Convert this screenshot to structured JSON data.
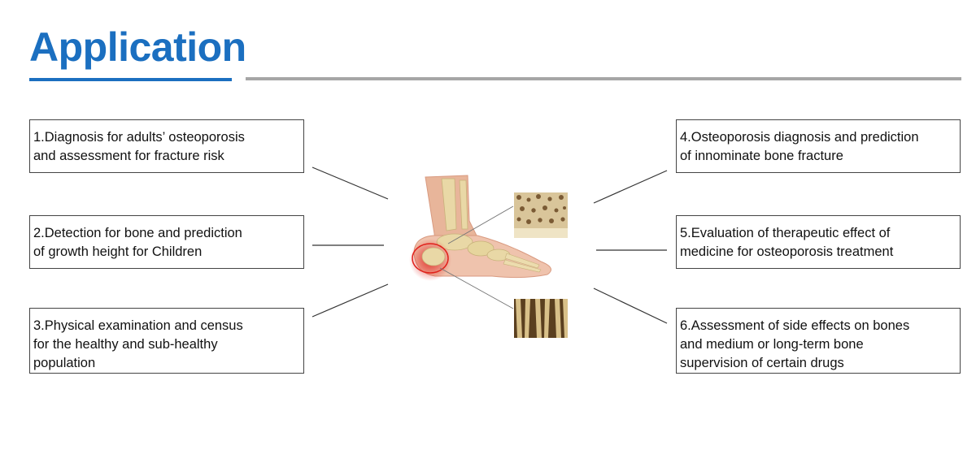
{
  "header": {
    "title": "Application",
    "accent_color": "#1b6fc0",
    "rule_gray_color": "#a6a6a6"
  },
  "applications": [
    {
      "id": "1",
      "text": "1.Diagnosis for adults’ osteoporosis\nand assessment for fracture risk"
    },
    {
      "id": "2",
      "text": "2.Detection for bone and prediction\n of growth height for Children"
    },
    {
      "id": "3",
      "text": "3.Physical examination and census\nfor the healthy and sub-healthy\npopulation"
    },
    {
      "id": "4",
      "text": "4.Osteoporosis diagnosis and prediction\n of innominate bone fracture"
    },
    {
      "id": "5",
      "text": "5.Evaluation of therapeutic effect of\nmedicine for osteoporosis treatment"
    },
    {
      "id": "6",
      "text": "6.Assessment of side effects on bones\nand medium or long-term bone\n supervision of certain drugs"
    }
  ],
  "illustration": {
    "subject": "foot-bone-anatomy",
    "highlight_color": "#e0201a",
    "bone_color": "#e9d8a6",
    "skin_color": "#e8b59a"
  }
}
